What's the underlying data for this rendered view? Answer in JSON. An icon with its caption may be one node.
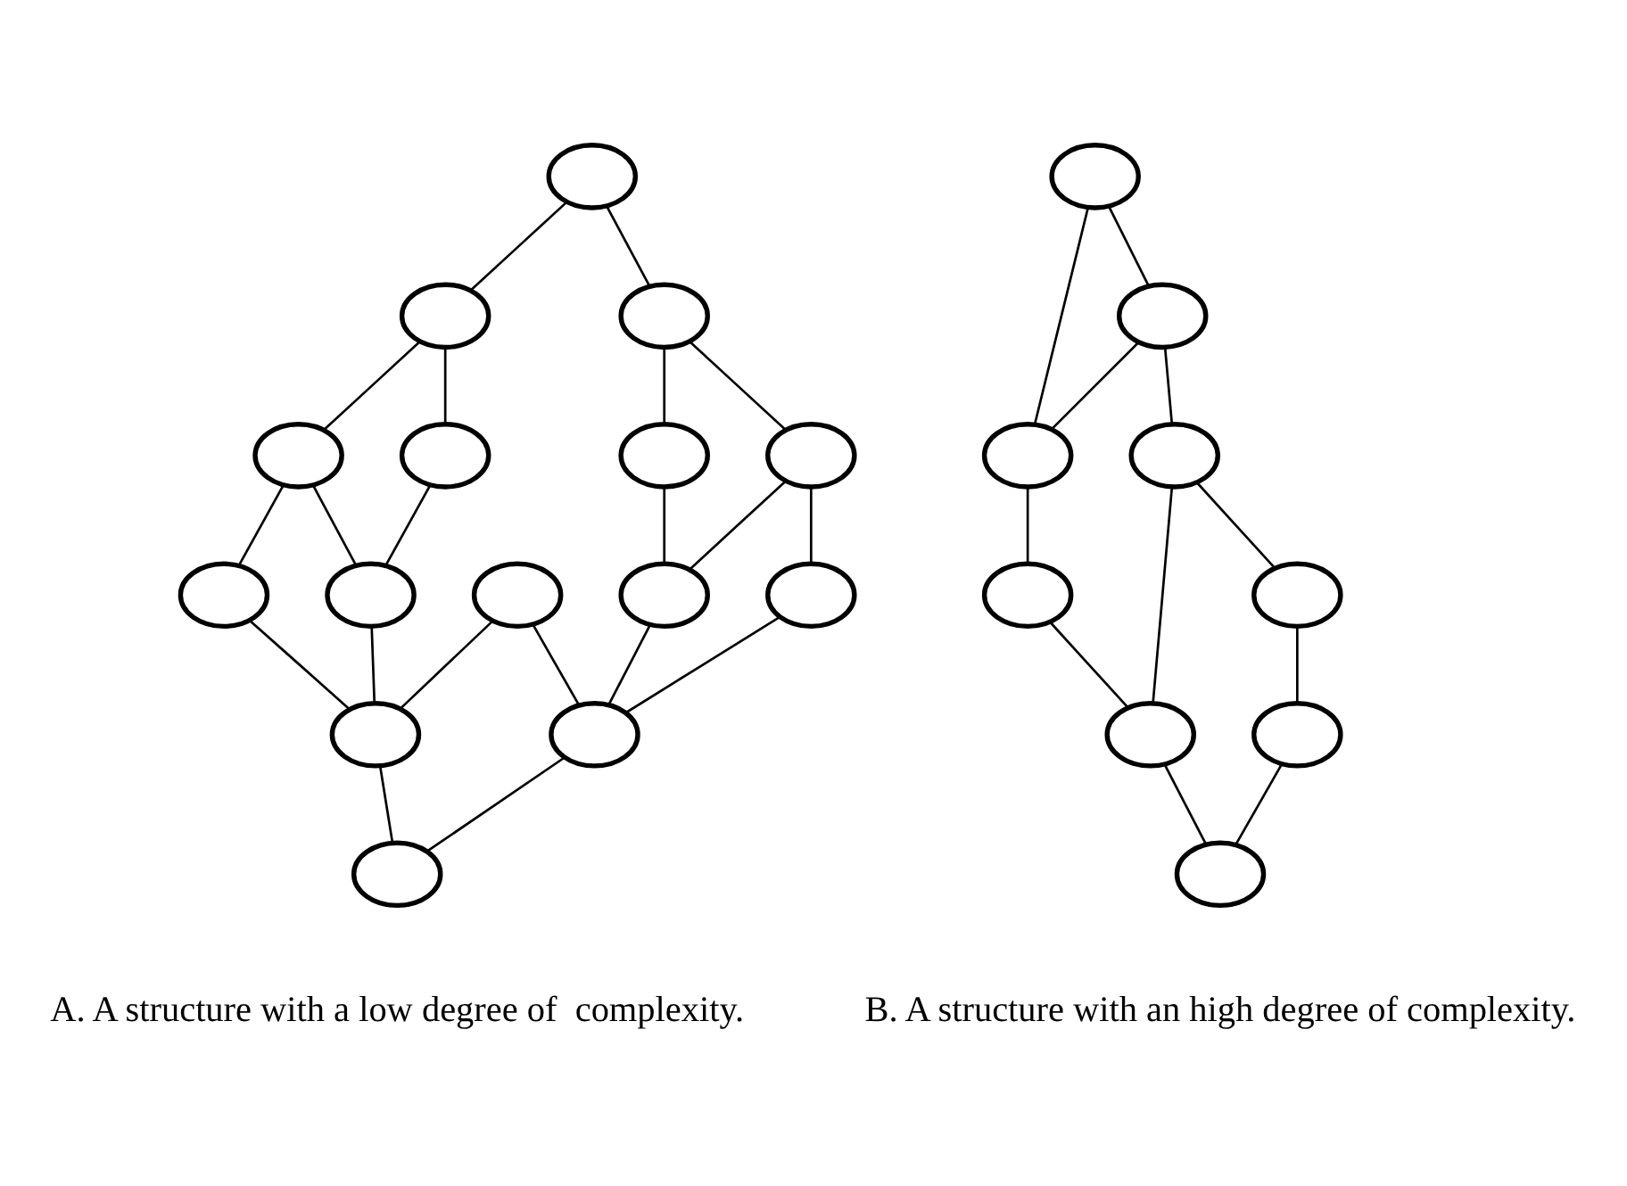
{
  "diagram": {
    "nodes": [
      {
        "text": [],
        "shape": "circle"
      },
      {
        "text": [],
        "shape": "circle"
      },
      {
        "text": [],
        "shape": "circle"
      },
      {
        "text": [],
        "shape": "circle"
      },
      {
        "text": [],
        "shape": "circle"
      },
      {
        "text": [],
        "shape": "circle"
      },
      {
        "text": [],
        "shape": "circle"
      },
      {
        "text": [],
        "shape": "circle"
      },
      {
        "text": [],
        "shape": "circle"
      },
      {
        "text": [],
        "shape": "circle"
      },
      {
        "text": [],
        "shape": "circle"
      },
      {
        "text": [],
        "shape": "circle"
      },
      {
        "text": [],
        "shape": "circle"
      },
      {
        "text": [],
        "shape": "circle"
      },
      {
        "text": [],
        "shape": "circle"
      },
      {
        "text": [],
        "shape": "circle"
      },
      {
        "text": [],
        "shape": "circle"
      },
      {
        "text": [],
        "shape": "circle"
      },
      {
        "text": [],
        "shape": "circle"
      },
      {
        "text": [],
        "shape": "circle"
      },
      {
        "text": [],
        "shape": "circle"
      },
      {
        "text": [],
        "shape": "circle"
      },
      {
        "text": [],
        "shape": "circle"
      },
      {
        "text": [],
        "shape": "circle"
      }
    ],
    "edges": [
      {
        "from": 0,
        "to": 1,
        "arrow": "none"
      },
      {
        "from": 0,
        "to": 2,
        "arrow": "none"
      },
      {
        "from": 1,
        "to": 3,
        "arrow": "none"
      },
      {
        "from": 1,
        "to": 4,
        "arrow": "none"
      },
      {
        "from": 2,
        "to": 5,
        "arrow": "none"
      },
      {
        "from": 2,
        "to": 6,
        "arrow": "none"
      },
      {
        "from": 3,
        "to": 7,
        "arrow": "none"
      },
      {
        "from": 3,
        "to": 8,
        "arrow": "none"
      },
      {
        "from": 4,
        "to": 8,
        "arrow": "none"
      },
      {
        "from": 5,
        "to": 10,
        "arrow": "none"
      },
      {
        "from": 6,
        "to": 10,
        "arrow": "none"
      },
      {
        "from": 6,
        "to": 11,
        "arrow": "none"
      },
      {
        "from": 7,
        "to": 12,
        "arrow": "none"
      },
      {
        "from": 8,
        "to": 12,
        "arrow": "none"
      },
      {
        "from": 9,
        "to": 12,
        "arrow": "none"
      },
      {
        "from": 9,
        "to": 13,
        "arrow": "none"
      },
      {
        "from": 10,
        "to": 13,
        "arrow": "none"
      },
      {
        "from": 11,
        "to": 13,
        "arrow": "none"
      },
      {
        "from": 12,
        "to": 14,
        "arrow": "none"
      },
      {
        "from": 13,
        "to": 14,
        "arrow": "none"
      },
      {
        "from": 15,
        "to": 16,
        "arrow": "none"
      },
      {
        "from": 15,
        "to": 17,
        "arrow": "none"
      },
      {
        "from": 16,
        "to": 17,
        "arrow": "none"
      },
      {
        "from": 16,
        "to": 18,
        "arrow": "none"
      },
      {
        "from": 17,
        "to": 19,
        "arrow": "none"
      },
      {
        "from": 18,
        "to": 20,
        "arrow": "none"
      },
      {
        "from": 18,
        "to": 21,
        "arrow": "none"
      },
      {
        "from": 19,
        "to": 21,
        "arrow": "none"
      },
      {
        "from": 20,
        "to": 22,
        "arrow": "none"
      },
      {
        "from": 21,
        "to": 23,
        "arrow": "none"
      },
      {
        "from": 22,
        "to": 23,
        "arrow": "none"
      }
    ],
    "labels": [
      "A. A structure with a low degree of  complexity.",
      "B. A structure with an high degree of complexity."
    ]
  }
}
